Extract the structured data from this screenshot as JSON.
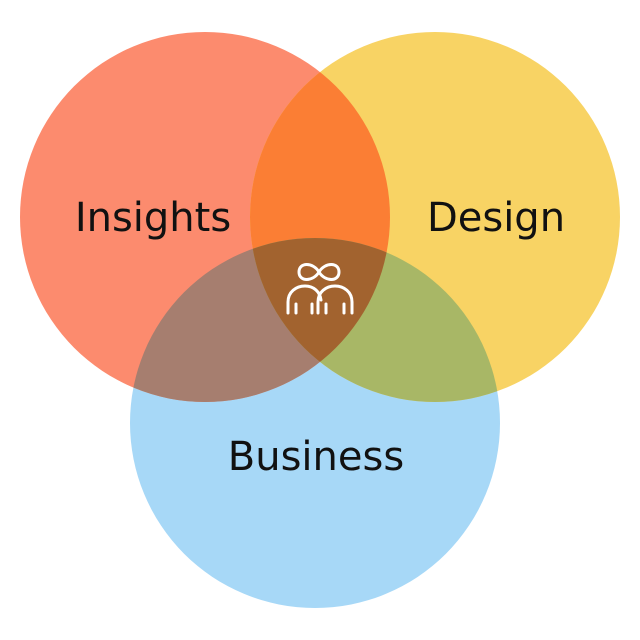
{
  "diagram": {
    "type": "venn",
    "sets": [
      {
        "id": "insights",
        "label": "Insights",
        "color": "#FC8B6E"
      },
      {
        "id": "design",
        "label": "Design",
        "color": "#F8D364"
      },
      {
        "id": "business",
        "label": "Business",
        "color": "#A7D8F7"
      }
    ],
    "overlaps": [
      {
        "sets": [
          "insights",
          "design"
        ],
        "color": "#FB7E34"
      },
      {
        "sets": [
          "insights",
          "business"
        ],
        "color": "#A67E6F"
      },
      {
        "sets": [
          "design",
          "business"
        ],
        "color": "#A8B766"
      },
      {
        "sets": [
          "insights",
          "design",
          "business"
        ],
        "color": "#A2632F"
      }
    ],
    "center_icon": {
      "name": "infinity-people-icon",
      "color": "#FFFFFF"
    }
  }
}
